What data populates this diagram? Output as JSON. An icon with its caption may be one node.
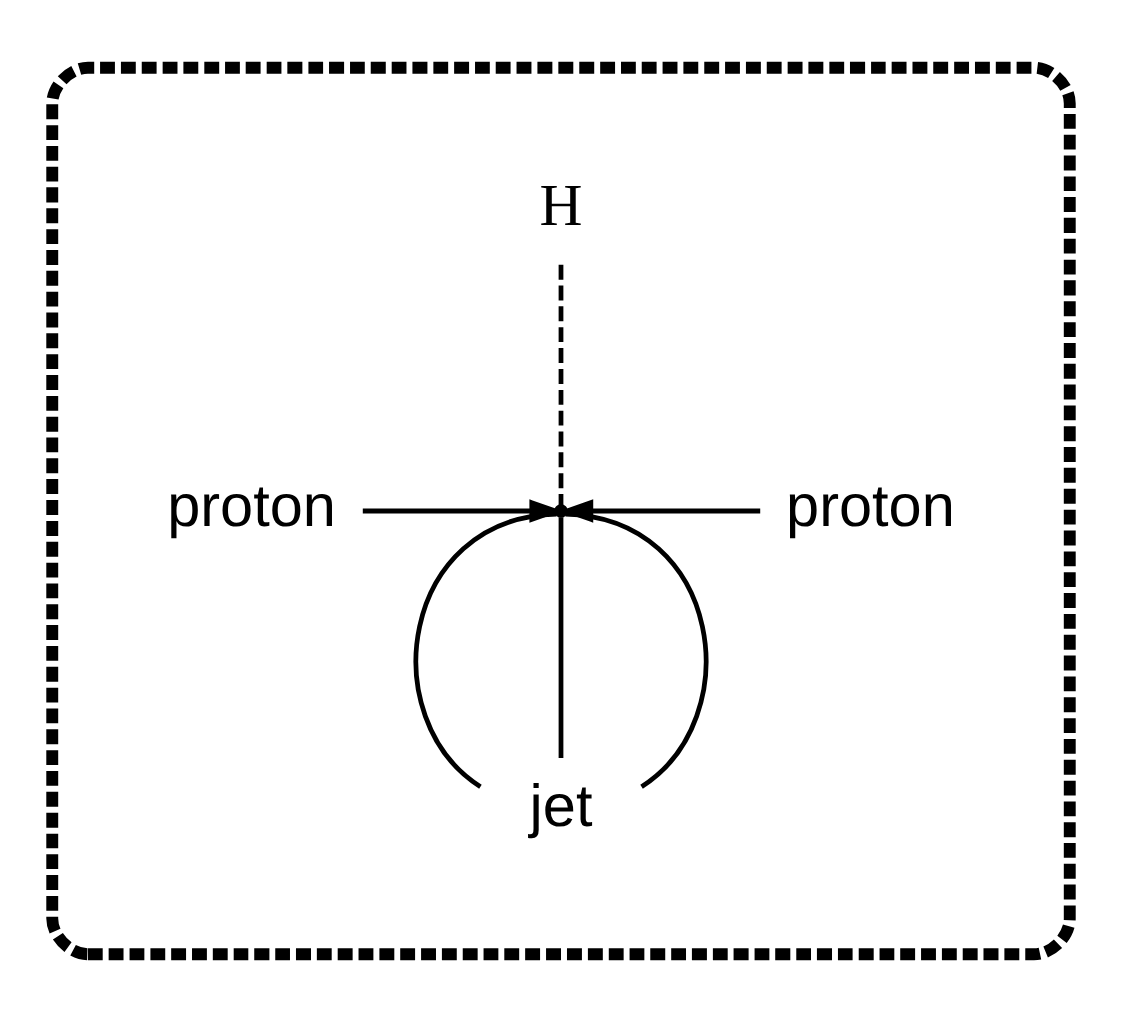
{
  "diagram": {
    "nodes": [
      {
        "text": [],
        "shape": "box"
      },
      {
        "text": [
          "H"
        ],
        "in": 0
      },
      {
        "text": [
          "proton"
        ],
        "in": 0
      },
      {
        "text": [],
        "shape": "point",
        "in": 0
      },
      {
        "text": [
          "proton"
        ],
        "in": 0
      },
      {
        "text": [
          "jet"
        ],
        "in": 0
      }
    ],
    "edges": [
      {
        "from": 3,
        "to": 1,
        "arrow": "none",
        "style": "dashed"
      },
      {
        "from": 2,
        "to": 3,
        "arrow": "to"
      },
      {
        "from": 4,
        "to": 3,
        "arrow": "to"
      },
      {
        "from": 3,
        "to": 5,
        "arrow": "none"
      },
      {
        "from": 3,
        "to": 5,
        "arrow": "none"
      },
      {
        "from": 3,
        "to": 5,
        "arrow": "none"
      }
    ]
  }
}
